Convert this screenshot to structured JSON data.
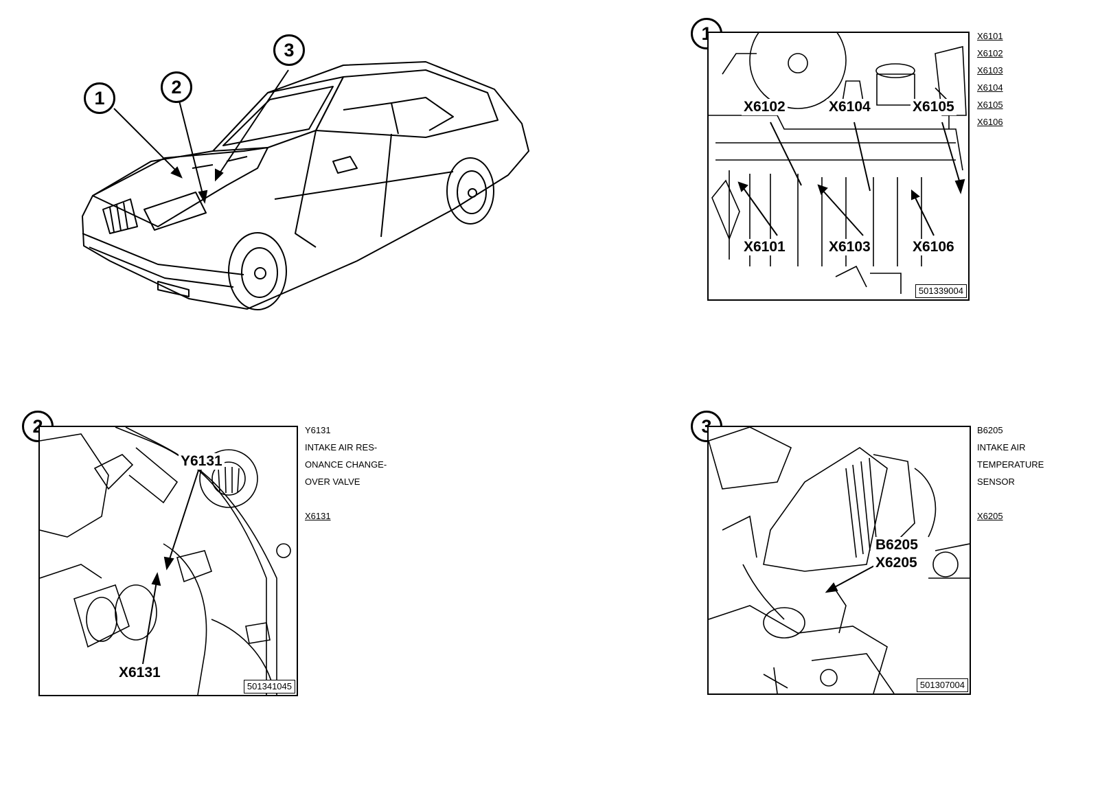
{
  "overview": {
    "callouts": [
      "1",
      "2",
      "3"
    ]
  },
  "panel1": {
    "number": "1",
    "figure_id": "501339004",
    "labels": [
      "X6102",
      "X6104",
      "X6105",
      "X6101",
      "X6103",
      "X6106"
    ],
    "legend": [
      "X6101",
      "X6102",
      "X6103",
      "X6104",
      "X6105",
      "X6106"
    ]
  },
  "panel2": {
    "number": "2",
    "figure_id": "501341045",
    "labels": [
      "Y6131",
      "X6131"
    ],
    "legend": {
      "code": "Y6131",
      "lines": [
        "INTAKE AIR RES-",
        "ONANCE CHANGE-",
        "OVER VALVE"
      ],
      "connector": "X6131"
    }
  },
  "panel3": {
    "number": "3",
    "figure_id": "501307004",
    "labels": [
      "B6205",
      "X6205"
    ],
    "legend": {
      "code": "B6205",
      "lines": [
        "INTAKE AIR",
        "TEMPERATURE",
        "SENSOR"
      ],
      "connector": "X6205"
    }
  }
}
